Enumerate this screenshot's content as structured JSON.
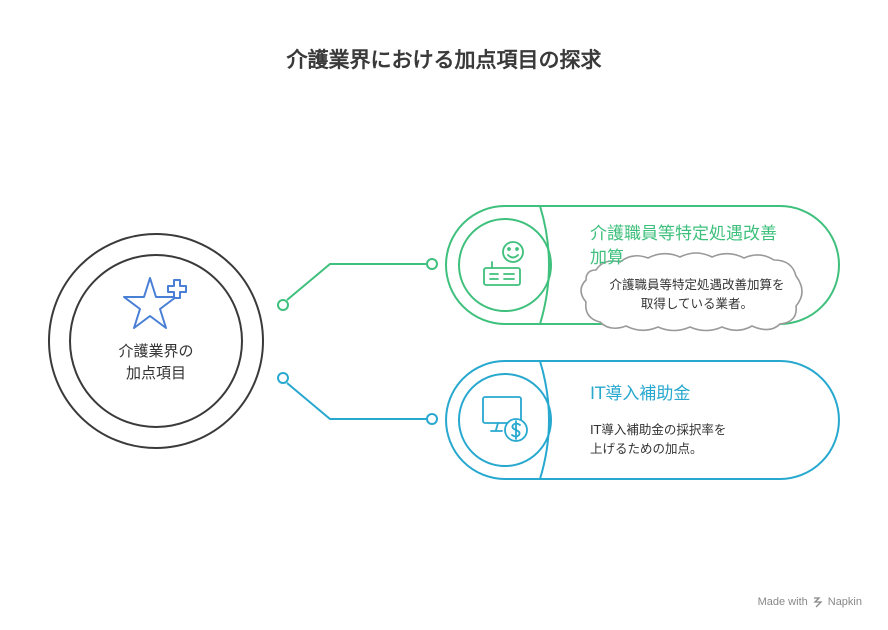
{
  "title": "介護業界における加点項目の探求",
  "center": {
    "label_line1": "介護業界の",
    "label_line2": "加点項目"
  },
  "items": [
    {
      "heading_line1": "介護職員等特定処遇改善",
      "heading_line2": "加算",
      "desc_line1": "介護職員等特定処遇改善加算を",
      "desc_line2": "取得している業者。",
      "color": "#3fc07c",
      "icon": "smiling-worker-icon"
    },
    {
      "heading": "IT導入補助金",
      "desc_line1": "IT導入補助金の採択率を",
      "desc_line2": "上げるための加点。",
      "color": "#27a8cf",
      "icon": "computer-dollar-icon"
    }
  ],
  "footer": {
    "made_with": "Made with",
    "brand": "Napkin"
  }
}
